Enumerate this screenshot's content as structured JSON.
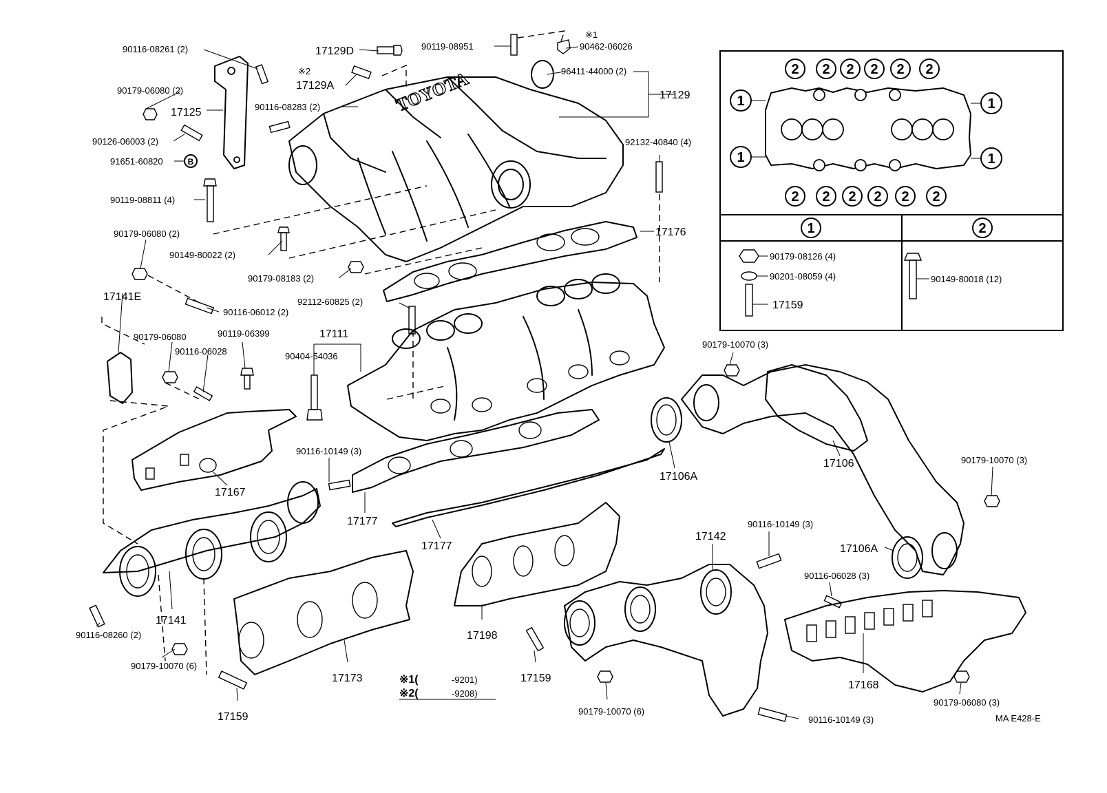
{
  "labels": {
    "p90116_08261": "90116-08261 (2)",
    "p90179_06080_a": "90179-06080 (2)",
    "p17125": "17125",
    "p90126_06003": "90126-06003 (2)",
    "p91651_60820": "91651-60820",
    "p90119_08811": "90119-08811 (4)",
    "p90179_06080_b": "90179-06080 (2)",
    "p90149_80022": "90149-80022 (2)",
    "p90179_08183": "90179-08183 (2)",
    "p17129D": "17129D",
    "p17129A_mark": "※2",
    "p17129A": "17129A",
    "p90116_08283": "90116-08283 (2)",
    "p90119_08951": "90119-08951",
    "p90462_mark": "※1",
    "p90462_06026": "90462-06026",
    "p96411_44000": "96411-44000 (2)",
    "p17129": "17129",
    "p92132_40840": "92132-40840 (4)",
    "p17176": "17176",
    "p92112_60825": "92112-60825 (2)",
    "p17141E": "17141E",
    "p90116_06012": "90116-06012 (2)",
    "p90179_06080_c": "90179-06080",
    "p90119_06399": "90119-06399",
    "p90116_06028_a": "90116-06028",
    "p17111": "17111",
    "p90404_54036": "90404-54036",
    "p17167": "17167",
    "p90116_10149_a": "90116-10149 (3)",
    "p17177_a": "17177",
    "p17177_b": "17177",
    "p17141": "17141",
    "p90116_08260": "90116-08260 (2)",
    "p90179_10070_a": "90179-10070 (6)",
    "p17159_a": "17159",
    "p17173": "17173",
    "p17198": "17198",
    "p17159_b": "17159",
    "p90179_10070_b": "90179-10070 (3)",
    "p17106A_a": "17106A",
    "p17106": "17106",
    "p90179_10070_c": "90179-10070 (3)",
    "p17106A_b": "17106A",
    "p17142": "17142",
    "p90116_10149_b": "90116-10149 (3)",
    "p90116_06028_b": "90116-06028 (3)",
    "p17168": "17168",
    "p90179_06080_d": "90179-06080 (3)",
    "p90116_10149_c": "90116-10149 (3)",
    "p90179_10070_d": "90179-10070 (6)",
    "diagram_code": "MA E428-E"
  },
  "footnotes": [
    {
      "mark": "※1(",
      "range": "-9201)"
    },
    {
      "mark": "※2(",
      "range": "-9208)"
    }
  ],
  "inset": {
    "callout_1": "1",
    "callout_2": "2",
    "col1_header": "1",
    "col2_header": "2",
    "col1_items": [
      "90179-08126 (4)",
      "90201-08059 (4)",
      "17159"
    ],
    "col2_items": [
      "90149-80018 (12)"
    ]
  },
  "brand_text": "TOYOTA"
}
